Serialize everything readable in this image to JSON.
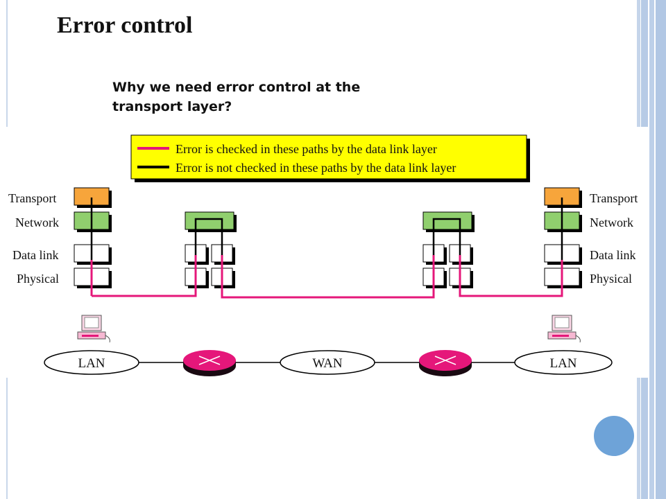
{
  "slide": {
    "title": "Error control",
    "question": "Why we need error control at the transport layer?"
  },
  "legend": {
    "checked": "Error is checked in these paths by the data link layer",
    "not_checked": "Error is not checked in these paths by the data link layer",
    "checked_color": "#e5177a",
    "not_checked_color": "#000000",
    "background_color": "#ffff00"
  },
  "layers": {
    "transport": "Transport",
    "network": "Network",
    "data_link": "Data link",
    "physical": "Physical"
  },
  "colors": {
    "transport_box": "#f7a53b",
    "network_box": "#90cf6e",
    "router": "#e5177a",
    "accent_circle": "#6ea3d8"
  },
  "networks": {
    "left": "LAN",
    "middle": "WAN",
    "right": "LAN"
  }
}
